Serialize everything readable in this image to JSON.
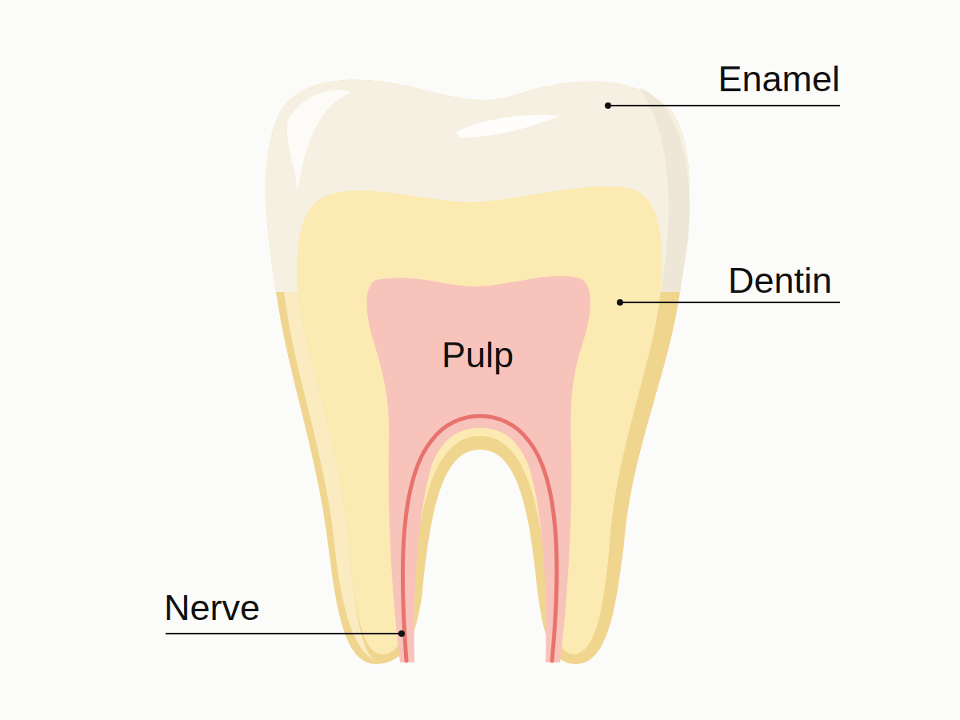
{
  "diagram": {
    "labels": [
      "Enamel",
      "Dentin",
      "Pulp",
      "Nerve"
    ]
  }
}
